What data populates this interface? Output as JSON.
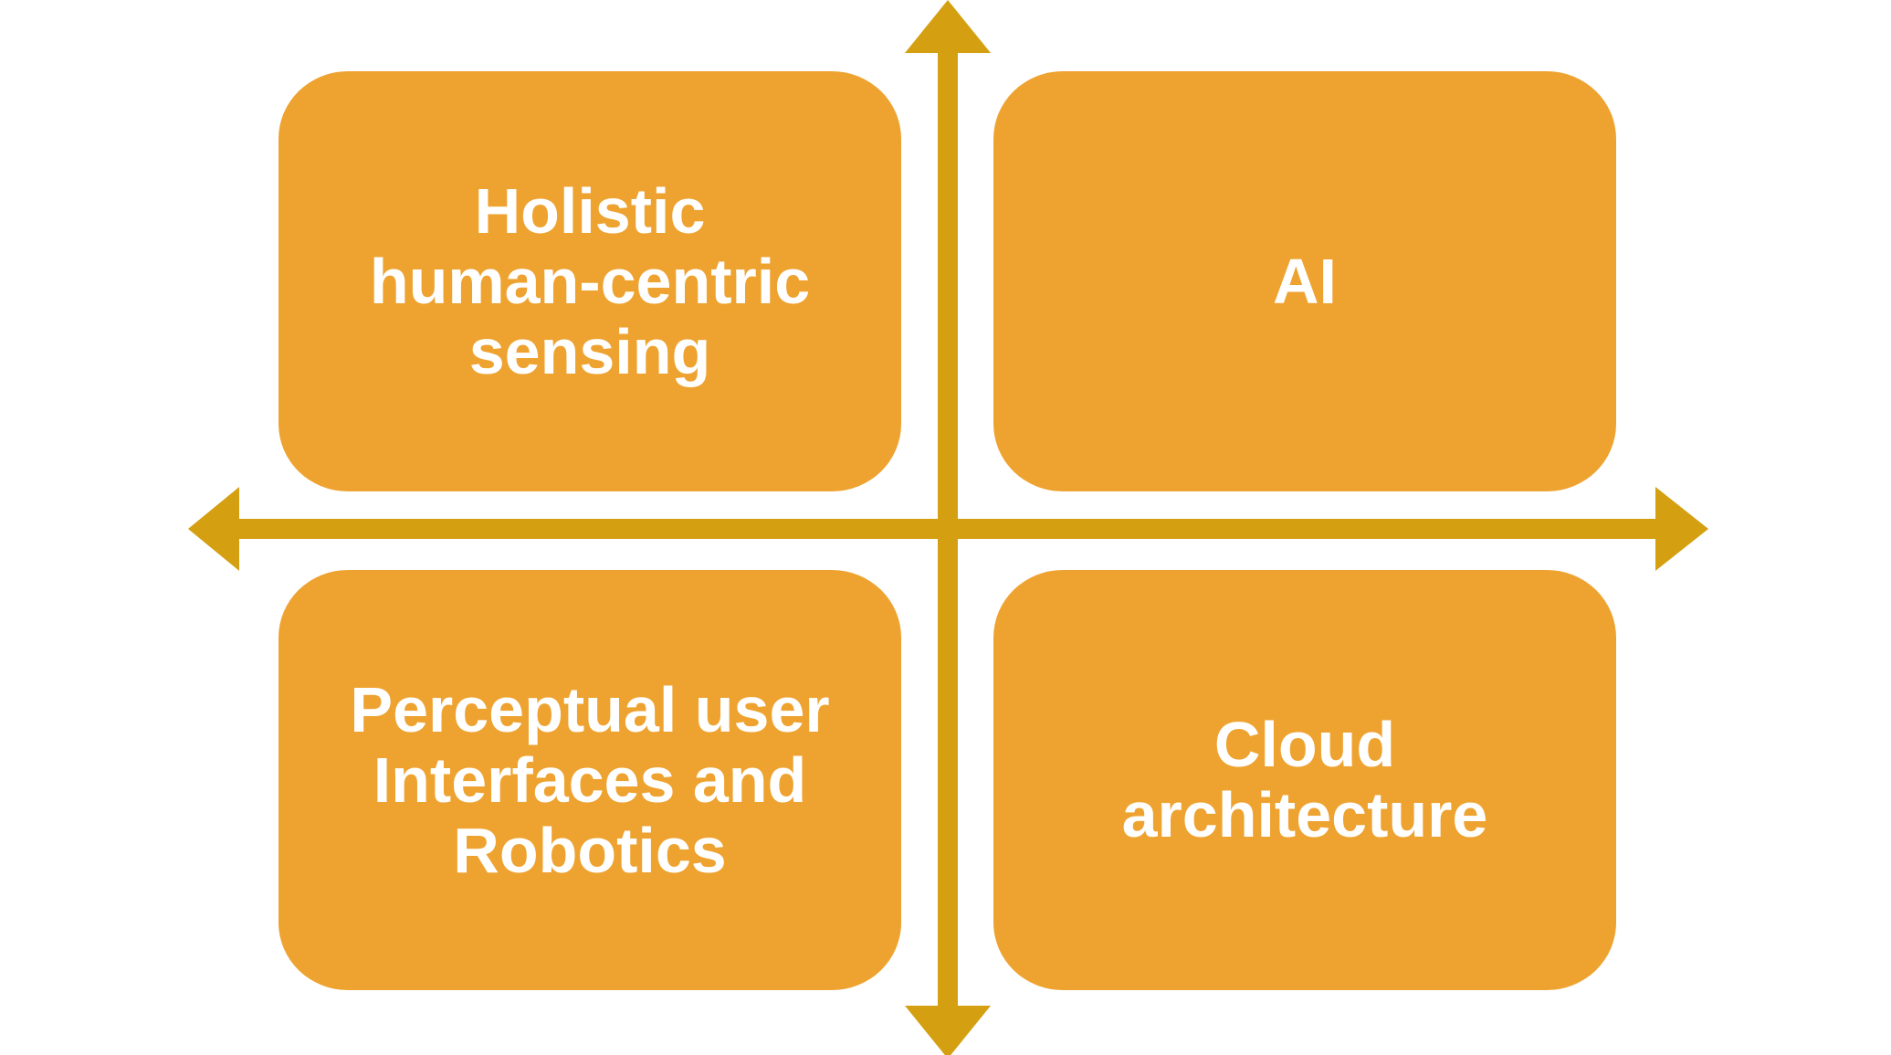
{
  "colors": {
    "box_fill": "#EEA331",
    "axis": "#D4A012",
    "text": "#FFFFFF",
    "background": "#FFFFFF"
  },
  "quadrants": {
    "top_left": {
      "label": "Holistic\nhuman-centric\nsensing"
    },
    "top_right": {
      "label": "AI"
    },
    "bottom_left": {
      "label": "Perceptual user\nInterfaces and\nRobotics"
    },
    "bottom_right": {
      "label": "Cloud\narchitecture"
    }
  },
  "axes": {
    "horizontal": {
      "direction": "bidirectional",
      "icon": "double-arrow-horizontal"
    },
    "vertical": {
      "direction": "bidirectional",
      "icon": "double-arrow-vertical"
    }
  }
}
